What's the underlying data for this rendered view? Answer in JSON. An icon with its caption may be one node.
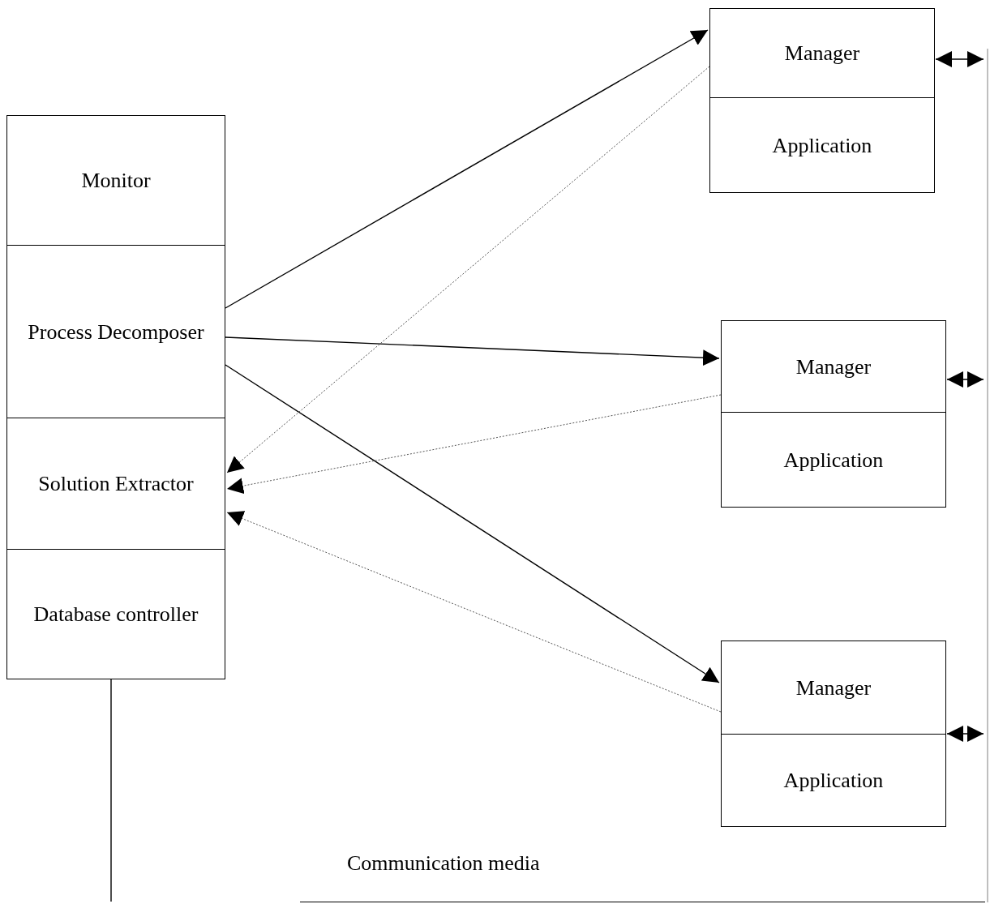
{
  "diagram": {
    "nodes": [
      {
        "text": [
          "Monitor"
        ]
      },
      {
        "text": [
          "Process Decomposer"
        ]
      },
      {
        "text": [
          "Solution Extractor"
        ]
      },
      {
        "text": [
          "Database controller"
        ]
      },
      {
        "text": [
          "Manager"
        ]
      },
      {
        "text": [
          "Application"
        ]
      },
      {
        "text": [
          "Manager"
        ]
      },
      {
        "text": [
          "Application"
        ]
      },
      {
        "text": [
          "Manager"
        ]
      },
      {
        "text": [
          "Application"
        ]
      },
      {
        "text": [],
        "shape": "bar"
      },
      {
        "text": [
          "Communication media"
        ]
      }
    ],
    "edges": [
      {
        "from": 1,
        "to": 4,
        "arrow": "to"
      },
      {
        "from": 1,
        "to": 6,
        "arrow": "to"
      },
      {
        "from": 1,
        "to": 8,
        "arrow": "to"
      },
      {
        "from": 4,
        "to": 2,
        "arrow": "to",
        "style": "dashed"
      },
      {
        "from": 6,
        "to": 2,
        "arrow": "to",
        "style": "dashed"
      },
      {
        "from": 8,
        "to": 2,
        "arrow": "to",
        "style": "dashed"
      },
      {
        "from": 4,
        "to": 10,
        "arrow": "both"
      },
      {
        "from": 6,
        "to": 10,
        "arrow": "both"
      },
      {
        "from": 8,
        "to": 10,
        "arrow": "both"
      },
      {
        "from": 3,
        "to": null,
        "arrow": "none"
      }
    ]
  }
}
